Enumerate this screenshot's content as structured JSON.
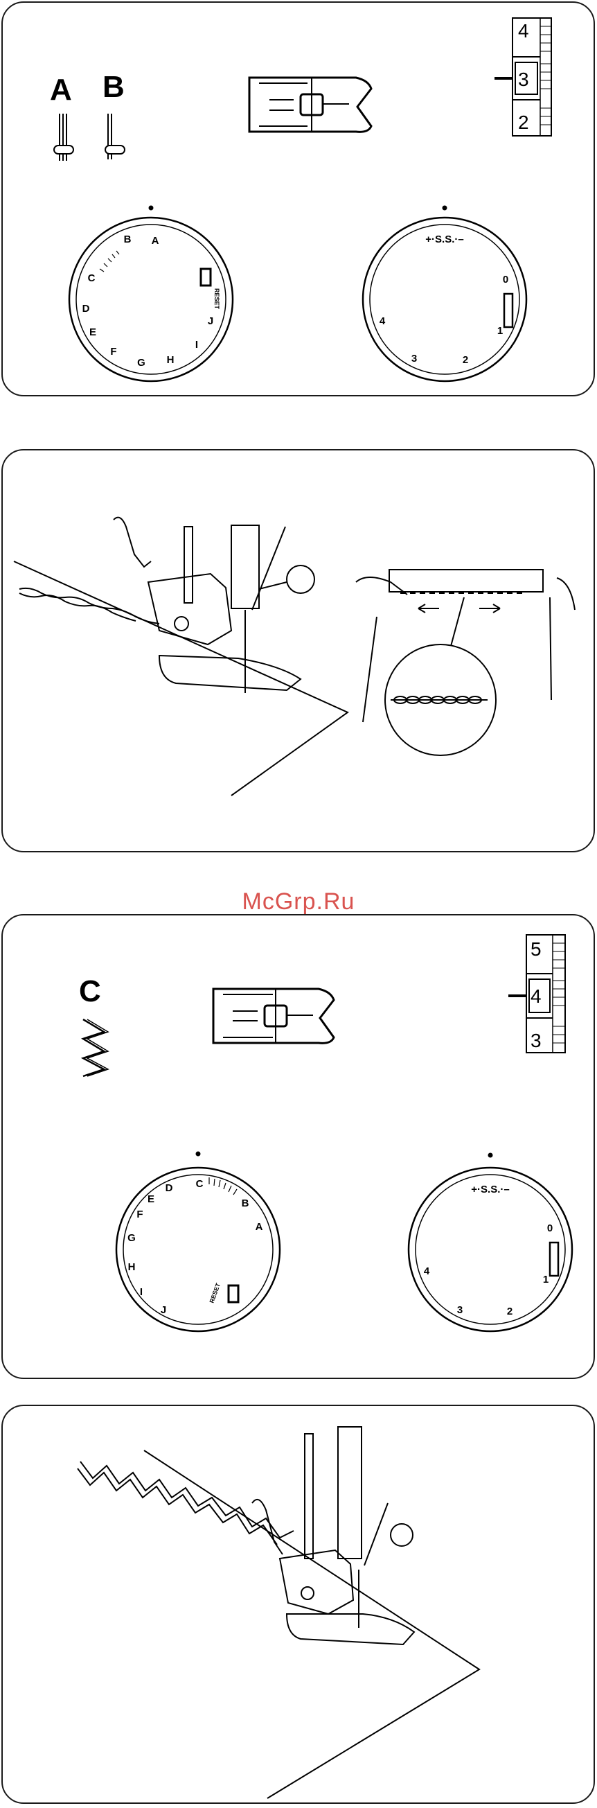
{
  "watermark": "McGrp.Ru",
  "panel1": {
    "stitch_letters": [
      "A",
      "B"
    ],
    "pattern_dial": {
      "letters": [
        "A",
        "B",
        "C",
        "D",
        "E",
        "F",
        "G",
        "H",
        "I",
        "J"
      ],
      "reset_label": "RESET"
    },
    "length_dial": {
      "top_label": "+·S.S.·–",
      "numbers": [
        "0",
        "1",
        "2",
        "3",
        "4"
      ]
    },
    "tension_scale": [
      "4",
      "3",
      "2"
    ],
    "tension_selected": "3"
  },
  "panel3": {
    "stitch_letter": "C",
    "pattern_dial": {
      "letters": [
        "A",
        "B",
        "C",
        "D",
        "E",
        "F",
        "G",
        "H",
        "I",
        "J"
      ],
      "reset_label": "RESET"
    },
    "length_dial": {
      "top_label": "+·S.S.·–",
      "numbers": [
        "0",
        "1",
        "2",
        "3",
        "4"
      ]
    },
    "tension_scale": [
      "5",
      "4",
      "3"
    ],
    "tension_selected": "4"
  }
}
